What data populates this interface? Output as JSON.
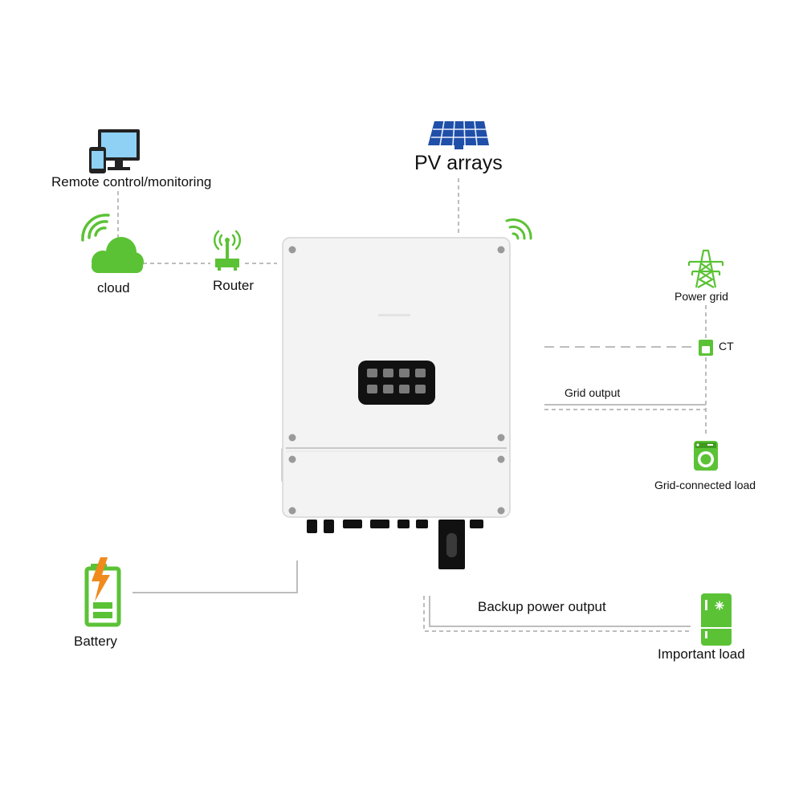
{
  "colors": {
    "accent_green": "#5bc236",
    "solar_blue": "#1f4fa8",
    "battery_orange": "#f08a1d",
    "line_gray": "#bdbdbd",
    "inverter_body": "#f3f3f3",
    "keypad_black": "#111111"
  },
  "labels": {
    "remote": "Remote control/monitoring",
    "pv": "PV arrays",
    "cloud": "cloud",
    "router": "Router",
    "power_grid": "Power grid",
    "ct": "CT",
    "grid_output": "Grid output",
    "grid_load": "Grid-connected load",
    "battery": "Battery",
    "backup": "Backup power output",
    "important_load": "Important load"
  },
  "icons": {
    "remote": "computer-phone-icon",
    "pv": "solar-panel-icon",
    "cloud": "wifi-cloud-icon",
    "router": "router-icon",
    "power_grid": "transmission-tower-icon",
    "ct": "current-transformer-icon",
    "grid_load": "washing-machine-icon",
    "battery": "battery-charging-icon",
    "important_load": "refrigerator-icon",
    "inverter": "hybrid-inverter-icon",
    "inverter_wifi": "wifi-signal-icon"
  }
}
